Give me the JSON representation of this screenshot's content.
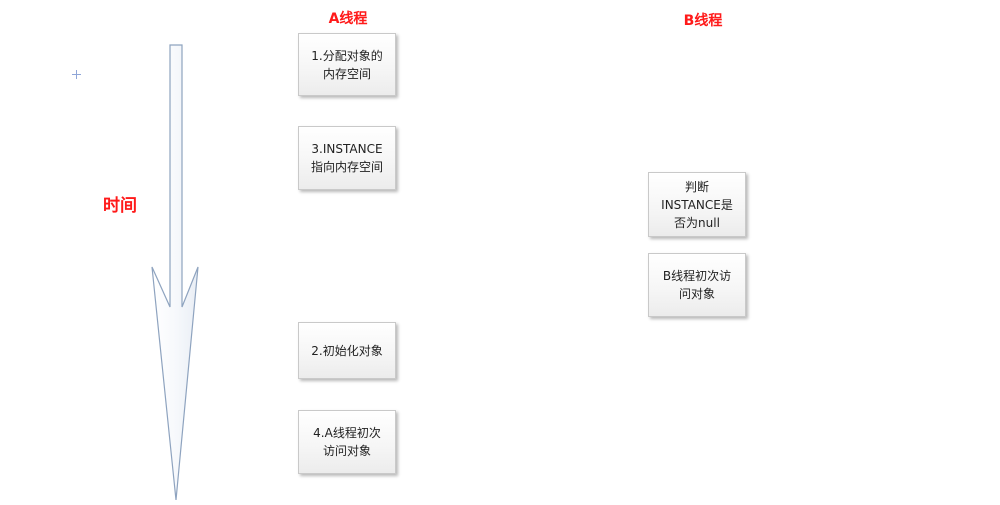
{
  "headers": {
    "thread_a": "A线程",
    "thread_b": "B线程"
  },
  "time_label": "时间",
  "thread_a_steps": {
    "step1": "1.分配对象的\n内存空间",
    "step3": "3.INSTANCE\n指向内存空间",
    "step2": "2.初始化对象",
    "step4": "4.A线程初次\n访问对象"
  },
  "thread_b_steps": {
    "step1": "判断\nINSTANCE是\n否为null",
    "step2": "B线程初次访\n问对象"
  },
  "colors": {
    "header": "#ff1a1a",
    "box_border": "#c9c9c9",
    "arrow_stroke": "#8ea3bf"
  }
}
